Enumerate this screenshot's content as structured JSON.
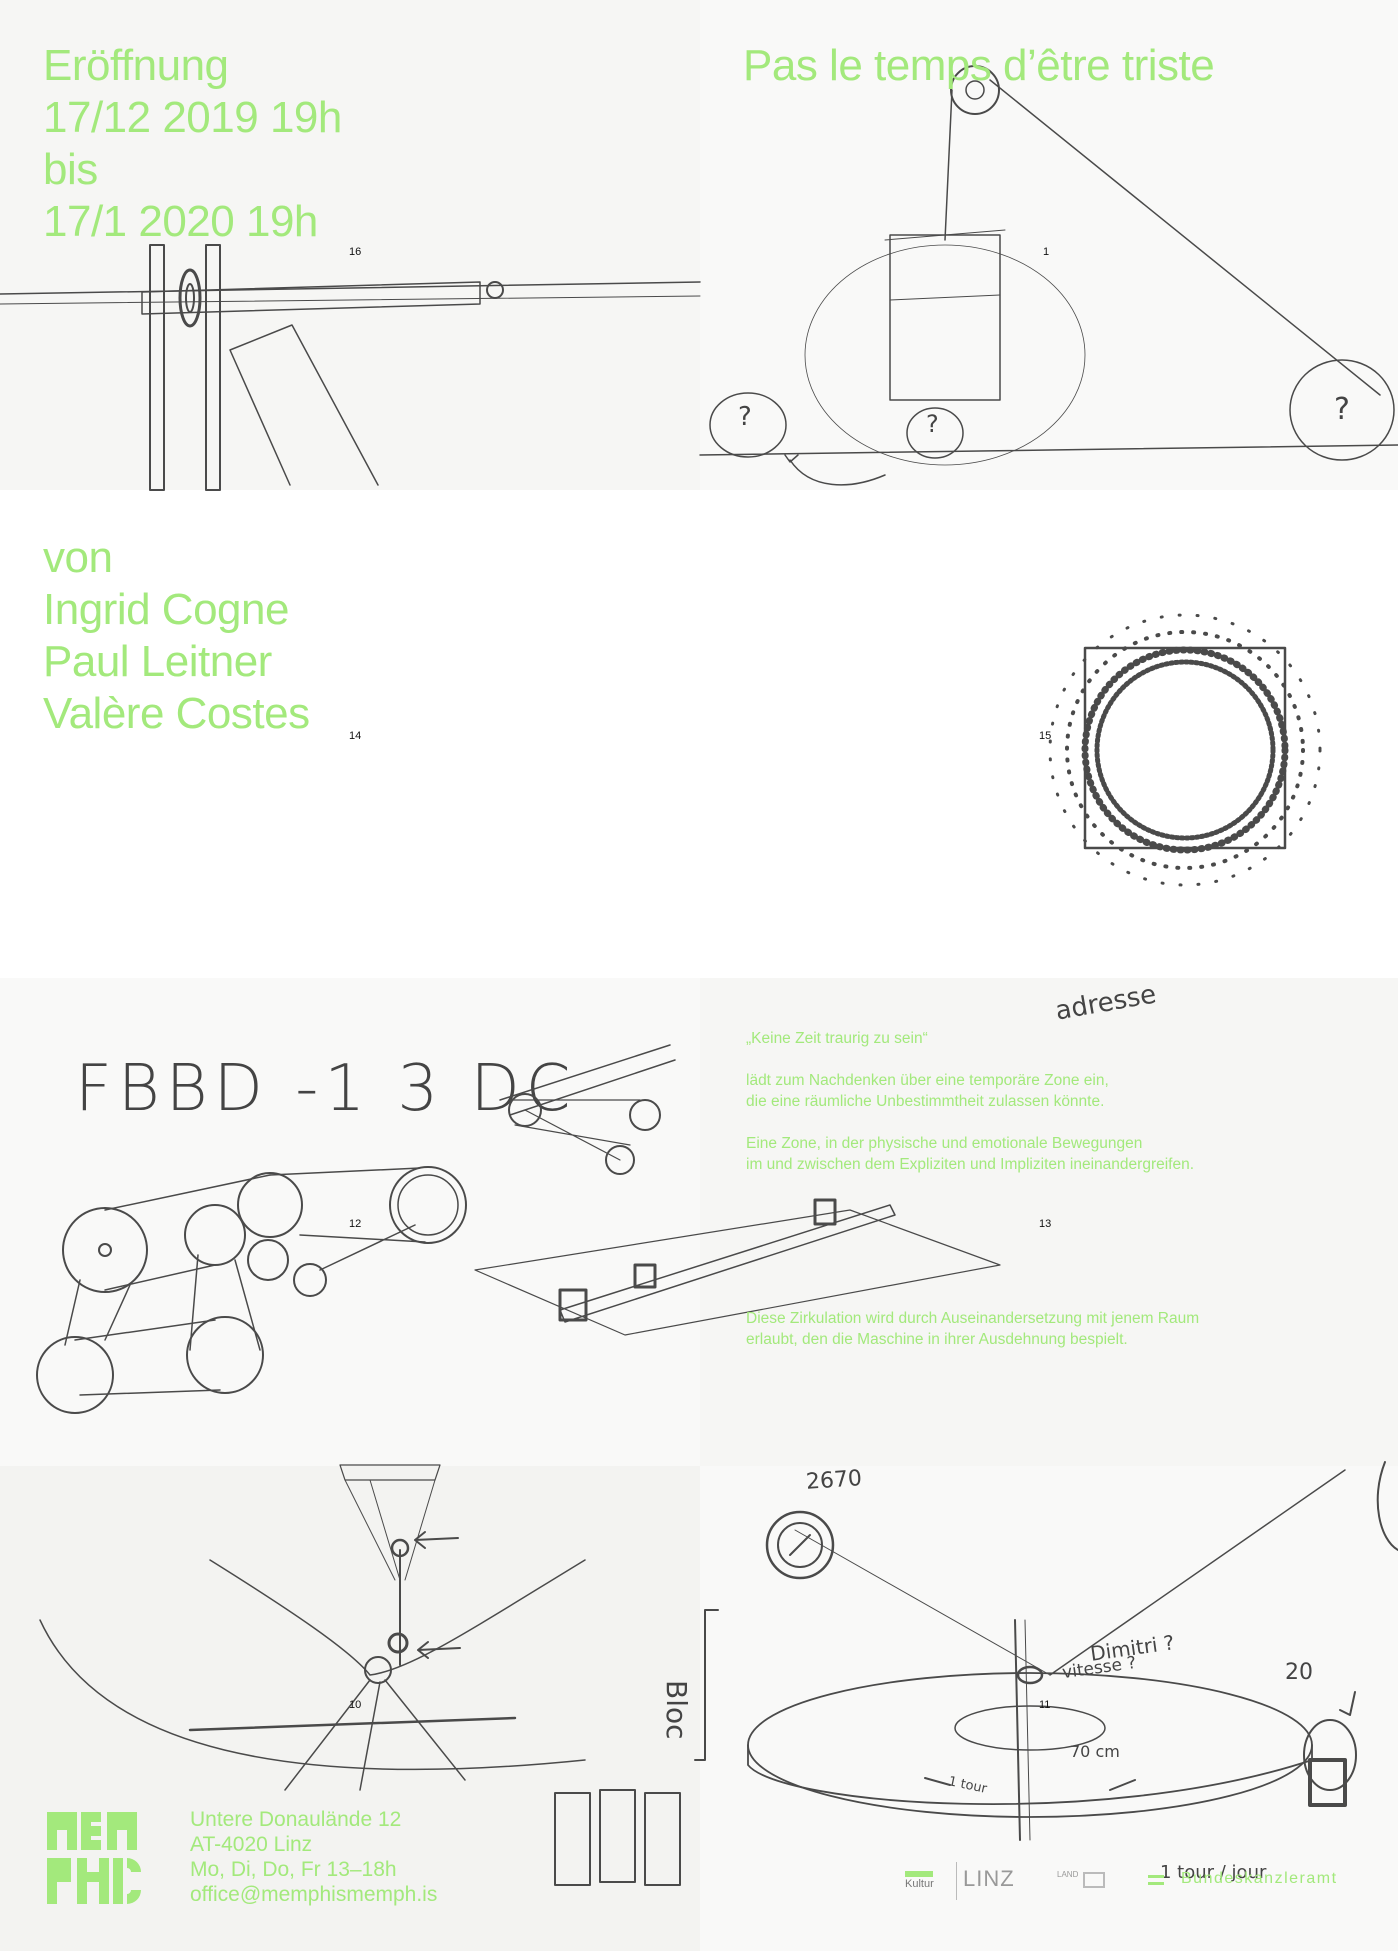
{
  "header": {
    "opening_lines": [
      "Eröffnung",
      "17/12 2019 19h",
      "bis",
      "17/1 2020 19h"
    ],
    "title": "Pas le temps d’être triste"
  },
  "artists": {
    "intro": "von",
    "names": [
      "Ingrid Cogne",
      "Paul Leitner",
      "Valère Costes"
    ]
  },
  "sketch_numbers": [
    "16",
    "1",
    "14",
    "15",
    "12",
    "13",
    "10",
    "11"
  ],
  "handwriting": {
    "fbbd": "FBBD -1 3 DC",
    "adresse": "adresse",
    "bloc": "Bloc",
    "dimitri": "Dimitri ?",
    "vitesse": "vitesse ?",
    "twenty": "20",
    "seventy": "70 cm",
    "tour": "1 tour",
    "code": "2670",
    "tour_jour": "1 tour / jour"
  },
  "description": {
    "quote": "„Keine Zeit traurig zu sein“",
    "paragraph1": [
      "lädt zum Nachdenken über eine temporäre Zone ein,",
      "die eine räumliche Unbestimmtheit zulassen könnte."
    ],
    "paragraph2": [
      "Eine Zone, in der physische und emotionale Bewegungen",
      "im und zwischen dem Expliziten und Impliziten ineinandergreifen."
    ],
    "paragraph3": [
      "Diese Zirkulation wird durch Auseinandersetzung mit jenem Raum",
      "erlaubt, den die Maschine in ihrer Ausdehnung bespielt."
    ]
  },
  "venue": {
    "address_lines": [
      "Untere Donaulände 12",
      "AT-4020 Linz",
      "Mo, Di, Do, Fr 13–18h",
      "office@memphismemph.is"
    ]
  },
  "sponsors": {
    "kultur": "Kultur",
    "linz": "LINZ",
    "land": "LAND",
    "bka": "Bundeskanzleramt"
  },
  "colors": {
    "accent_green": "#a3e97c",
    "sketch_grey": "#4a4a4a",
    "arrow_magenta": "#c0407a"
  }
}
